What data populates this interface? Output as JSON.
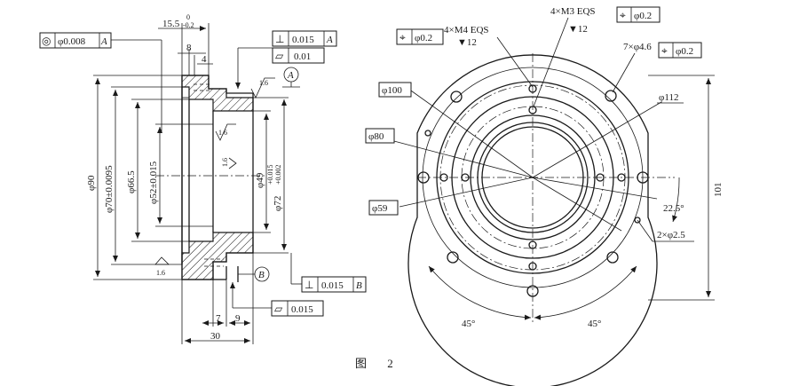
{
  "figure_caption": "图 2",
  "left_view": {
    "top_dim": "15.5",
    "top_dim_tol_upper": "0",
    "top_dim_tol_lower": "-0.2",
    "dim_8": "8",
    "dim_4": "4",
    "dim_7": "7",
    "dim_9": "9",
    "dim_30": "30",
    "dia_90": "φ90",
    "dia_70": "φ70±0.0095",
    "dia_66_5": "φ66.5",
    "dia_52": "φ52±0.015",
    "dia_49": "φ49",
    "dia_72": "φ72",
    "dia_72_tol_upper": "+0.015",
    "dia_72_tol_lower": "+0.002",
    "rough_1": "1.6",
    "rough_2": "1.6",
    "rough_3": "1.6",
    "rough_4": "1.6",
    "datum_a": "A",
    "datum_b": "B",
    "fcf_concentric": {
      "symbol": "◎",
      "value": "φ0.008",
      "datum": "A"
    },
    "fcf_perp_a": {
      "symbol": "⊥",
      "value": "0.015",
      "datum": "A"
    },
    "fcf_flat_top": {
      "symbol": "▱",
      "value": "0.01"
    },
    "fcf_perp_b": {
      "symbol": "⊥",
      "value": "0.015",
      "datum": "B"
    },
    "fcf_flat_bottom": {
      "symbol": "▱",
      "value": "0.015"
    }
  },
  "right_view": {
    "m4_note": "4×M4 EQS",
    "m4_depth": "▼12",
    "m3_note": "4×M3 EQS",
    "m3_depth": "▼12",
    "hole_note": "7×φ4.6",
    "pos_fcf_1": {
      "symbol": "⌖",
      "value": "φ0.2"
    },
    "pos_fcf_2": {
      "symbol": "⌖",
      "value": "φ0.2"
    },
    "pos_fcf_3": {
      "symbol": "⌖",
      "value": "φ0.2"
    },
    "dia_100": "φ100",
    "dia_80": "φ80",
    "dia_59": "φ59",
    "dia_112": "φ112",
    "angle_22_5": "22.5°",
    "small_holes": "2×φ2.5",
    "dim_101": "101",
    "angle_45_left": "45°",
    "angle_45_right": "45°"
  },
  "colors": {
    "ink": "#1a1a1a",
    "paper": "#ffffff"
  }
}
